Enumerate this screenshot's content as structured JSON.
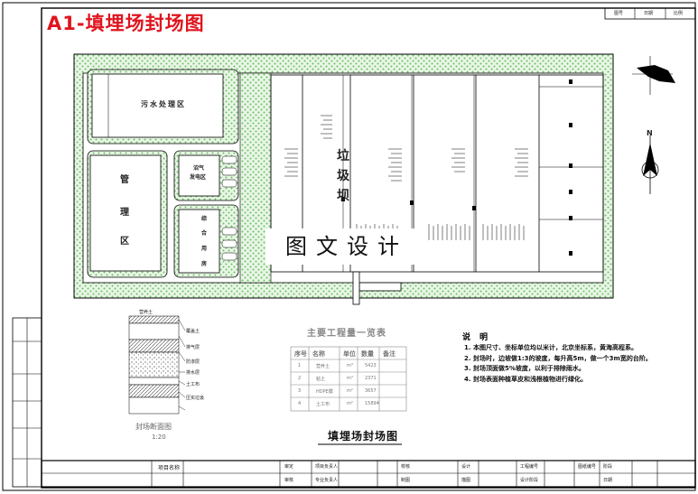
{
  "title": "A1-填埋场封场图",
  "watermark": "图文设计",
  "zones": {
    "sewage": "污水处理区",
    "management": [
      "管",
      "理",
      "区"
    ],
    "biogas": [
      "沼气",
      "发电区"
    ],
    "comprehensive": [
      "综",
      "合",
      "用",
      "房"
    ],
    "dam": [
      "垃",
      "圾",
      "坝"
    ]
  },
  "compass": {
    "north_label": "N"
  },
  "section": {
    "title": "封场断面图",
    "scale": "1:20",
    "layers": [
      "营养土",
      "覆盖土",
      "排气层",
      "防渗层",
      "排水层",
      "土工布",
      "压实垃圾"
    ]
  },
  "quantity_table": {
    "title": "主要工程量一览表",
    "headers": [
      "序号",
      "名称",
      "单位",
      "数量",
      "备注"
    ],
    "rows": [
      [
        "1",
        "营养土",
        "m³",
        "5423",
        ""
      ],
      [
        "2",
        "粘土",
        "m³",
        "2371",
        ""
      ],
      [
        "3",
        "HDPE膜",
        "m²",
        "3657",
        ""
      ],
      [
        "4",
        "土工布",
        "m²",
        "15894",
        ""
      ]
    ]
  },
  "notes": {
    "title": "说明",
    "items": [
      "1. 本图尺寸、坐标单位均以米计，北京坐标系，黄海高程系。",
      "2. 封场时，边坡做1:3的坡度，每升高5m，做一个3m宽的台阶。",
      "3. 封场顶面做5%坡度，以利于排除雨水。",
      "4. 封场表面种植草皮和浅根植物进行绿化。"
    ]
  },
  "drawing_name": "填埋场封场图",
  "title_block": {
    "project_label": "项目名称",
    "cells": [
      [
        "审定",
        "项目负责人",
        "校核",
        "设计",
        "工程编号",
        "阶段"
      ],
      [
        "审核",
        "专业负责人",
        "制图",
        "描图",
        "设计阶段",
        "日期"
      ]
    ],
    "stamp_label": "图纸编号",
    "top_right": [
      "图号",
      "日期",
      "比例"
    ]
  }
}
